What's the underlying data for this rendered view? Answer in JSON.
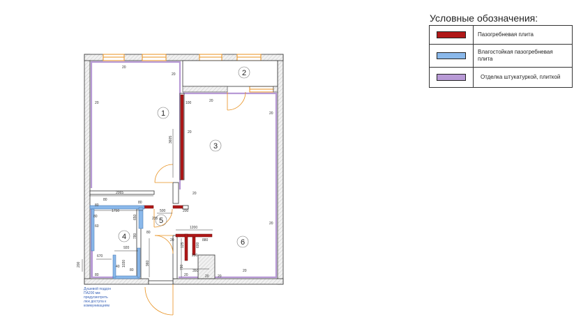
{
  "legend": {
    "title": "Условные обозначения:",
    "items": [
      {
        "label": "Пазогребневая плита",
        "color": "#b01818"
      },
      {
        "label": "Влагостойкая пазогребневая плита",
        "color": "#8ab8ea"
      },
      {
        "label": "Отделка штукатуркой, плиткой",
        "color": "#b89ad6"
      }
    ]
  },
  "rooms": [
    "1",
    "2",
    "3",
    "4",
    "5",
    "6"
  ],
  "dimensions": {
    "d20a": "20",
    "d20b": "20",
    "d20c": "20",
    "d20d": "20",
    "d20e": "20",
    "d20f": "20",
    "d20g": "20",
    "d20h": "20",
    "d20i": "20",
    "d20j": "20",
    "d20k": "20",
    "d20l": "20",
    "d20m": "20",
    "d100": "100",
    "d3605": "3605",
    "d2065": "2065",
    "d1750": "1750",
    "d80a": "80",
    "d80b": "80",
    "d80c": "80",
    "d80d": "80",
    "d80e": "80",
    "d80f": "80",
    "d500": "500",
    "d200a": "200",
    "d235": "235",
    "d650a": "650",
    "d780a": "780",
    "d80g": "80",
    "d60": "60",
    "d1200": "1200",
    "d880": "880",
    "d125": "125",
    "d600": "600",
    "d920": "920",
    "d670": "670",
    "d1030": "1030",
    "d960": "960",
    "d290": "290",
    "d780b": "780",
    "d350": "350",
    "d40": "40",
    "d200b": "200"
  },
  "note": {
    "line1": "Душевой поддон",
    "line2": "ПА200 мм",
    "line3": "предусмотреть",
    "line4": "люк доступа к",
    "line5": "коммуникациям"
  },
  "colors": {
    "wall": "#d9d9d9",
    "red": "#b01818",
    "blue": "#8ab8ea",
    "purple": "#b89ad6",
    "orange": "#e8901e",
    "note": "#3a63b8"
  }
}
